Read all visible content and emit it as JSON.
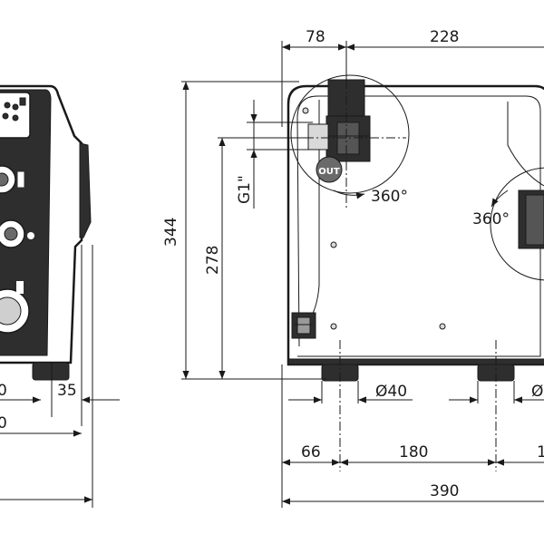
{
  "dimensions": {
    "top_left_width": "78",
    "top_right_width": "228",
    "overall_height": "344",
    "outlet_height": "278",
    "outlet_thread": "G1\"",
    "outlet_rotation": "360°",
    "inlet_rotation": "360°",
    "foot_diameter": "Ø40",
    "foot_diameter_right": "Ø",
    "foot_offset_left": "66",
    "foot_spacing": "180",
    "foot_offset_right": "1",
    "overall_width": "390",
    "side_view_foot_left": "0",
    "side_view_foot_right": "35",
    "side_view_width": "0"
  },
  "labels": {
    "outlet_badge": "OUT"
  },
  "colors": {
    "line": "#1a1a1a",
    "panel_dark": "#2e2e2e",
    "badge_fill": "#6a6a6a",
    "background": "#ffffff"
  }
}
